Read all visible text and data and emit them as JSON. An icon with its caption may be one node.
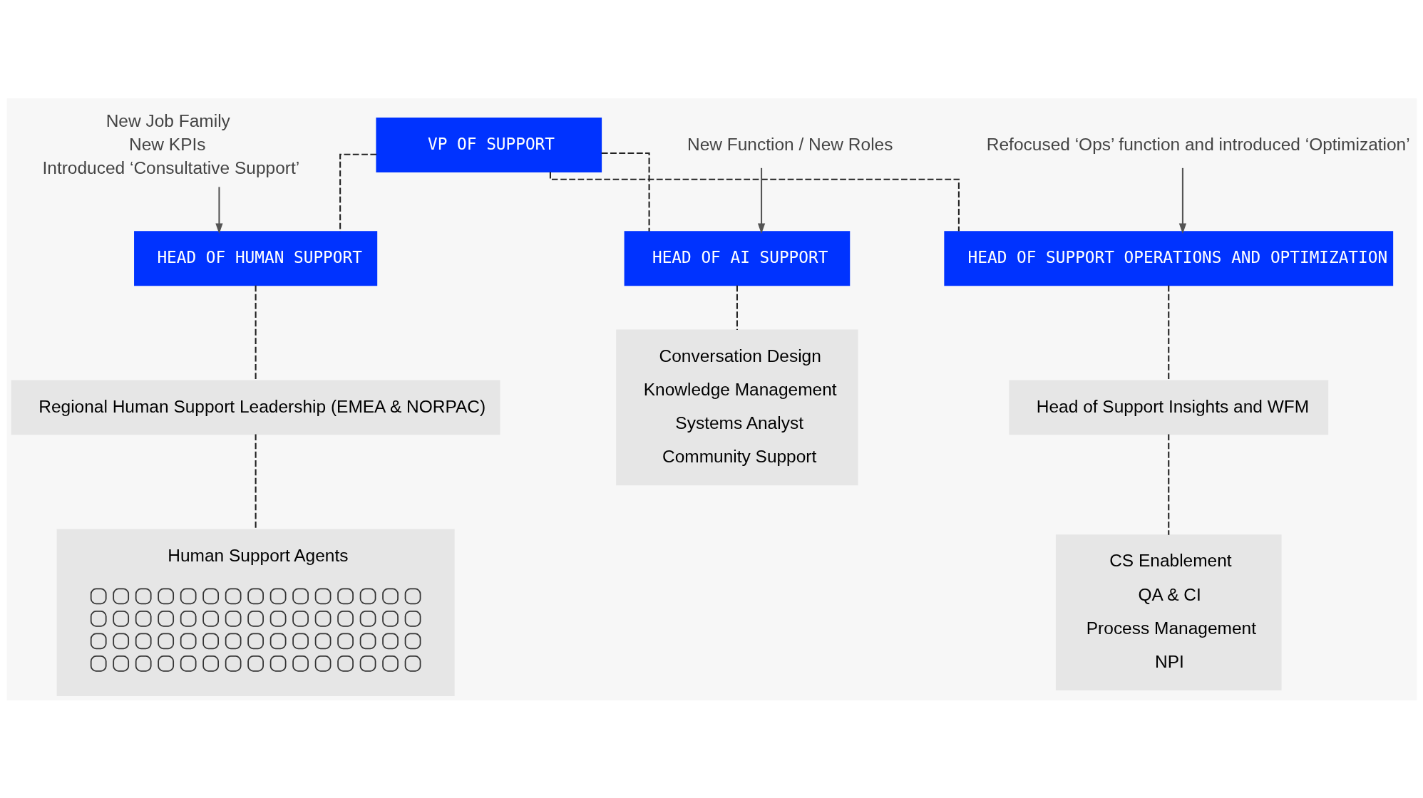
{
  "diagram": {
    "nodes": [
      {
        "text": [
          "VP OF SUPPORT"
        ]
      },
      {
        "text": [
          "HEAD OF HUMAN SUPPORT"
        ]
      },
      {
        "text": [
          "HEAD OF SUPPORT OPERATIONS AND OPTIMIZATION"
        ]
      },
      {
        "text": [
          "HEAD OF AI SUPPORT"
        ]
      },
      {
        "text": [
          "Regional Human Support Leadership (EMEA & NORPAC)"
        ]
      },
      {
        "text": [
          "Head of Support Insights and WFM"
        ]
      },
      {
        "text": [
          "Conversation Design",
          "Knowledge Management",
          "Systems Analyst",
          "Community Support"
        ]
      },
      {
        "text": [
          "Human Support Agents"
        ]
      },
      {
        "text": [
          "CS Enablement",
          "QA & CI",
          "Process Management",
          "NPI"
        ]
      },
      {
        "text": [
          "New Job Family",
          "New KPIs",
          "Introduced ‘Consultative Support’"
        ]
      },
      {
        "text": [
          "Refocused ‘Ops’ function and introduced ‘Optimization’"
        ]
      },
      {
        "text": [
          "New Function / New Roles"
        ]
      }
    ],
    "edges": [
      {
        "from": 0,
        "to": 1,
        "arrow": "none",
        "style": "dashed"
      },
      {
        "from": 0,
        "to": 2,
        "arrow": "none",
        "style": "dashed"
      },
      {
        "from": 0,
        "to": 3,
        "arrow": "none",
        "style": "dashed"
      },
      {
        "from": 1,
        "to": 4,
        "arrow": "none",
        "style": "dashed"
      },
      {
        "from": 4,
        "to": 7,
        "arrow": "none",
        "style": "dashed"
      },
      {
        "from": 2,
        "to": 5,
        "arrow": "none",
        "style": "dashed"
      },
      {
        "from": 5,
        "to": 8,
        "arrow": "none",
        "style": "dashed"
      },
      {
        "from": 3,
        "to": 6,
        "arrow": "none",
        "style": "dashed"
      },
      {
        "from": 9,
        "to": 1,
        "arrow": "to",
        "color": "#555555"
      },
      {
        "from": 10,
        "to": 2,
        "arrow": "to",
        "color": "#555555"
      },
      {
        "from": 11,
        "to": 3,
        "arrow": "to",
        "color": "#555555"
      }
    ]
  }
}
